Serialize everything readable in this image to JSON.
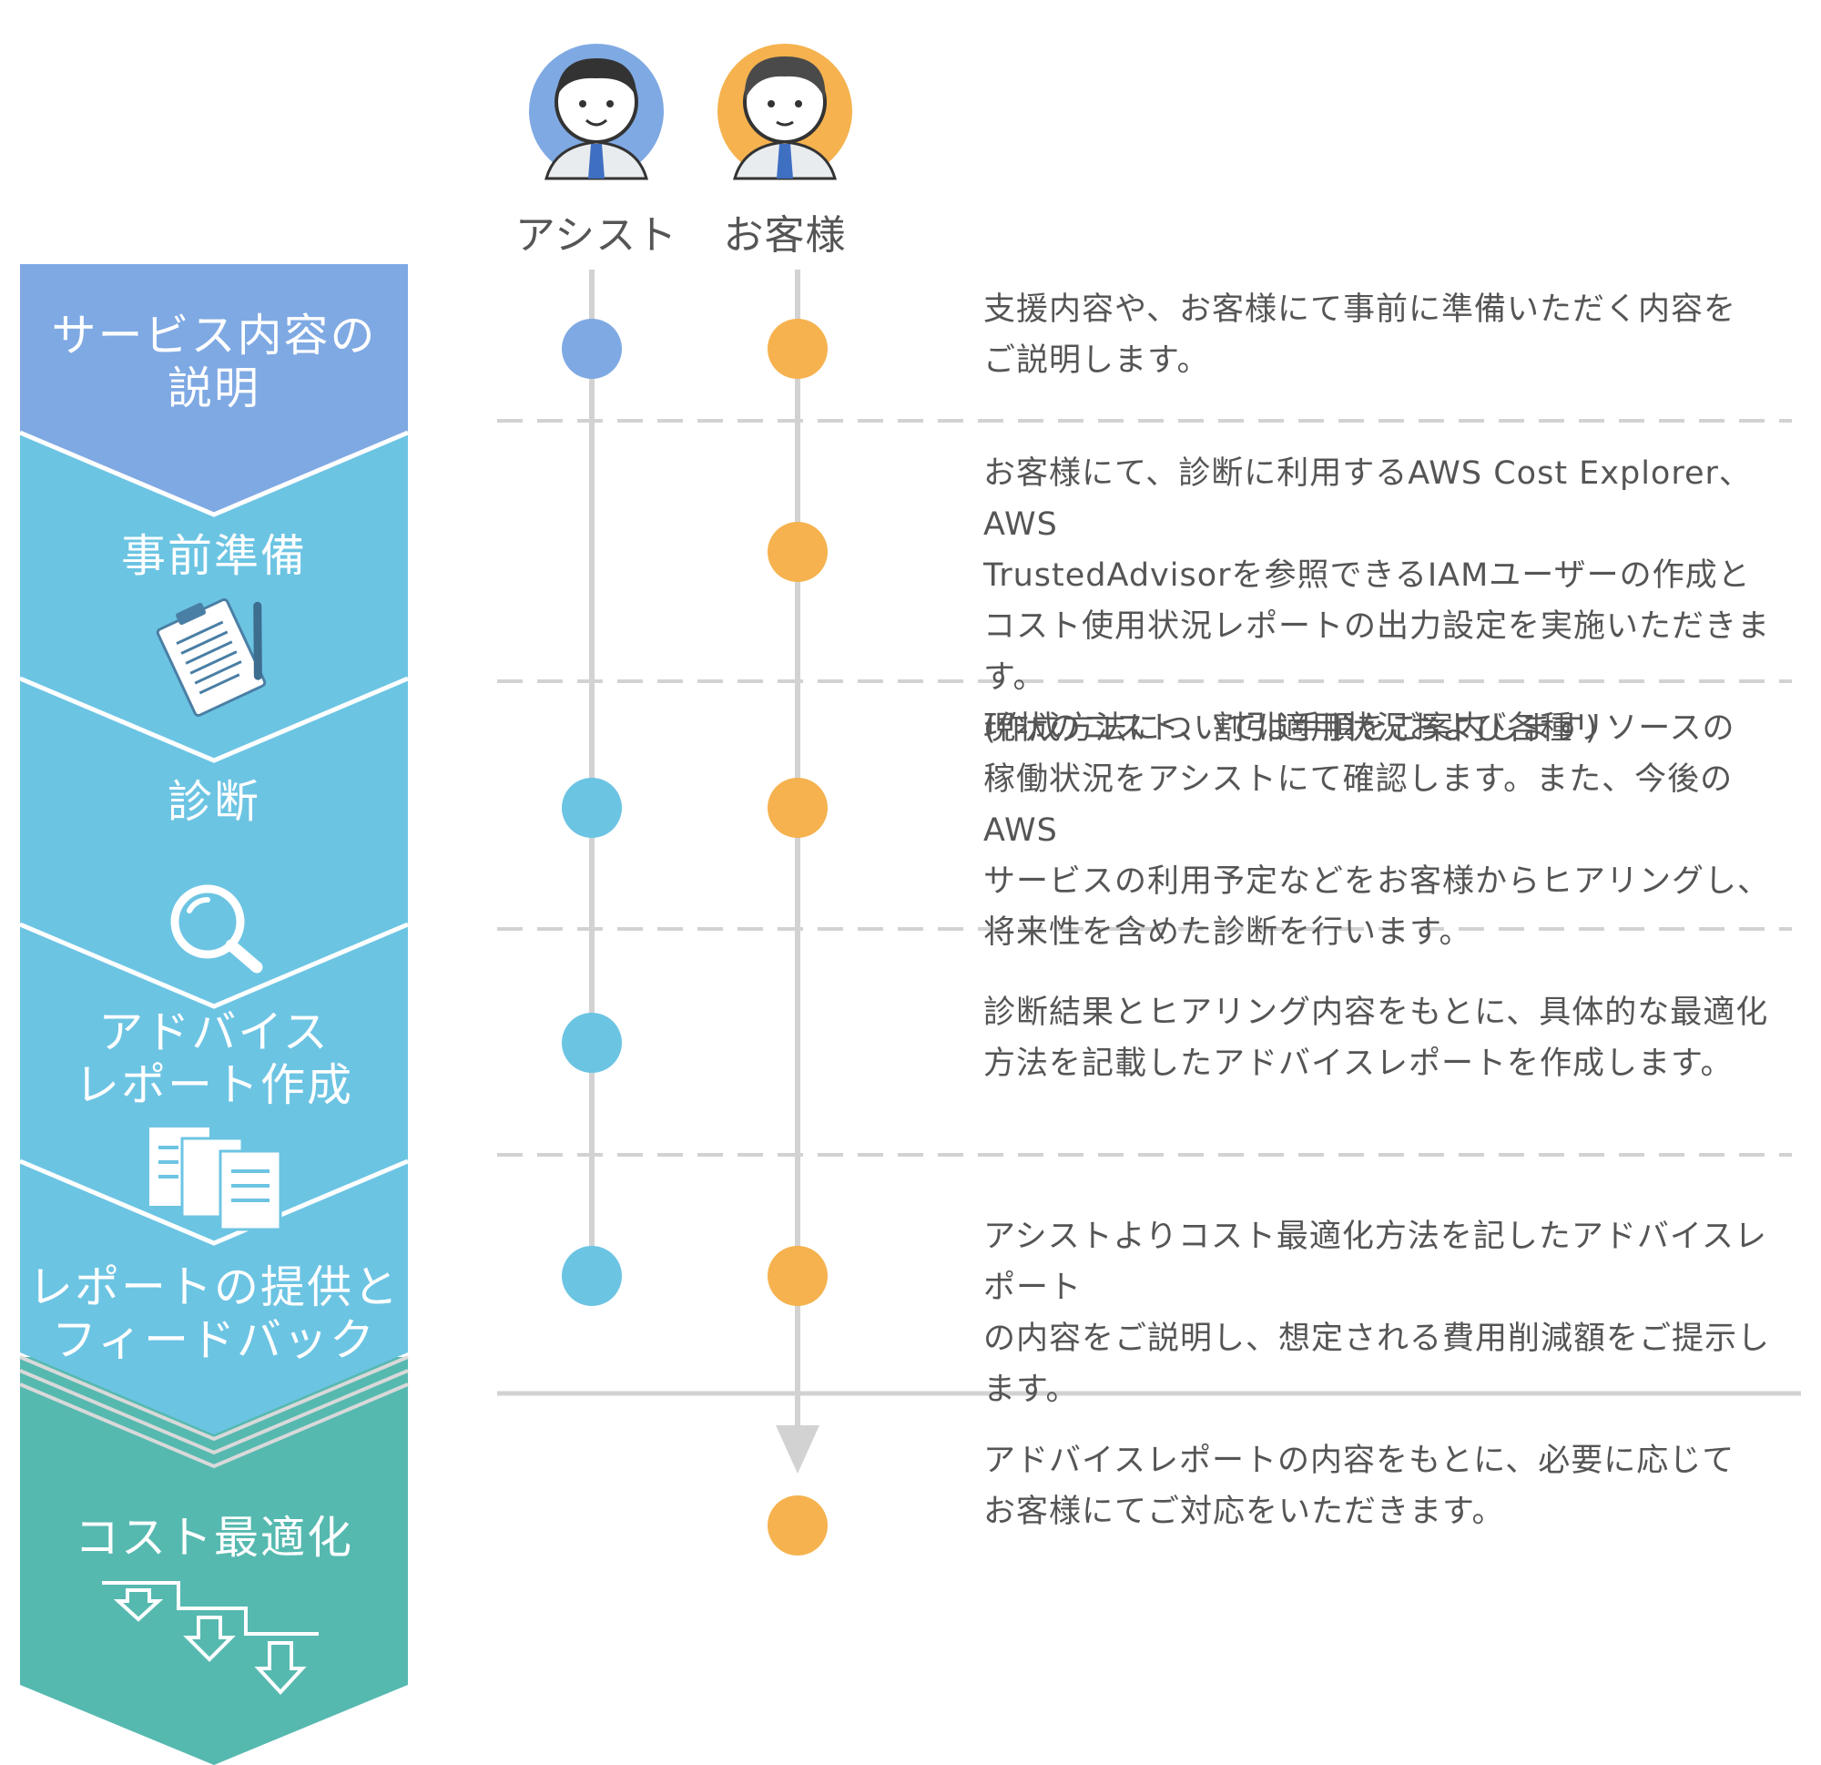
{
  "colors": {
    "assist": "#7fa9e3",
    "customer": "#f5b24e",
    "step1": "#7fa9e3",
    "step_mid": "#6cc4e3",
    "step_final": "#56b9b0",
    "line": "#d2d2d2"
  },
  "roles": [
    {
      "label": "アシスト",
      "avatar_bg": "#7fa9e3"
    },
    {
      "label": "お客様",
      "avatar_bg": "#f5b24e"
    }
  ],
  "steps": [
    {
      "title": "サービス内容の\n説明",
      "icon": "",
      "description": "支援内容や、お客様にて事前に準備いただく内容を\nご説明します。",
      "assist": true,
      "customer": true
    },
    {
      "title": "事前準備",
      "icon": "clipboard-icon",
      "description": "お客様にて、診断に利用するAWS Cost Explorer、AWS\nTrustedAdvisorを参照できるIAMユーザーの作成と\nコスト使用状況レポートの出力設定を実施いただきます。\n(作成方法については手順をご案内します)",
      "assist": false,
      "customer": true
    },
    {
      "title": "診断",
      "icon": "magnifier-icon",
      "description": "現状のコスト、割引適用状況および各種リソースの\n稼働状況をアシストにて確認します。また、今後のAWS\nサービスの利用予定などをお客様からヒアリングし、\n将来性を含めた診断を行います。",
      "assist": true,
      "customer": true
    },
    {
      "title": "アドバイス\nレポート作成",
      "icon": "documents-icon",
      "description": "診断結果とヒアリング内容をもとに、具体的な最適化\n方法を記載したアドバイスレポートを作成します。",
      "assist": true,
      "customer": false
    },
    {
      "title": "レポートの提供と\nフィードバック",
      "icon": "",
      "description": "アシストよりコスト最適化方法を記したアドバイスレポート\nの内容をご説明し、想定される費用削減額をご提示します。",
      "assist": true,
      "customer": true
    },
    {
      "title": "コスト最適化",
      "icon": "stairs-down-icon",
      "description": "アドバイスレポートの内容をもとに、必要に応じて\nお客様にてご対応をいただきます。",
      "assist": false,
      "customer": true
    }
  ]
}
